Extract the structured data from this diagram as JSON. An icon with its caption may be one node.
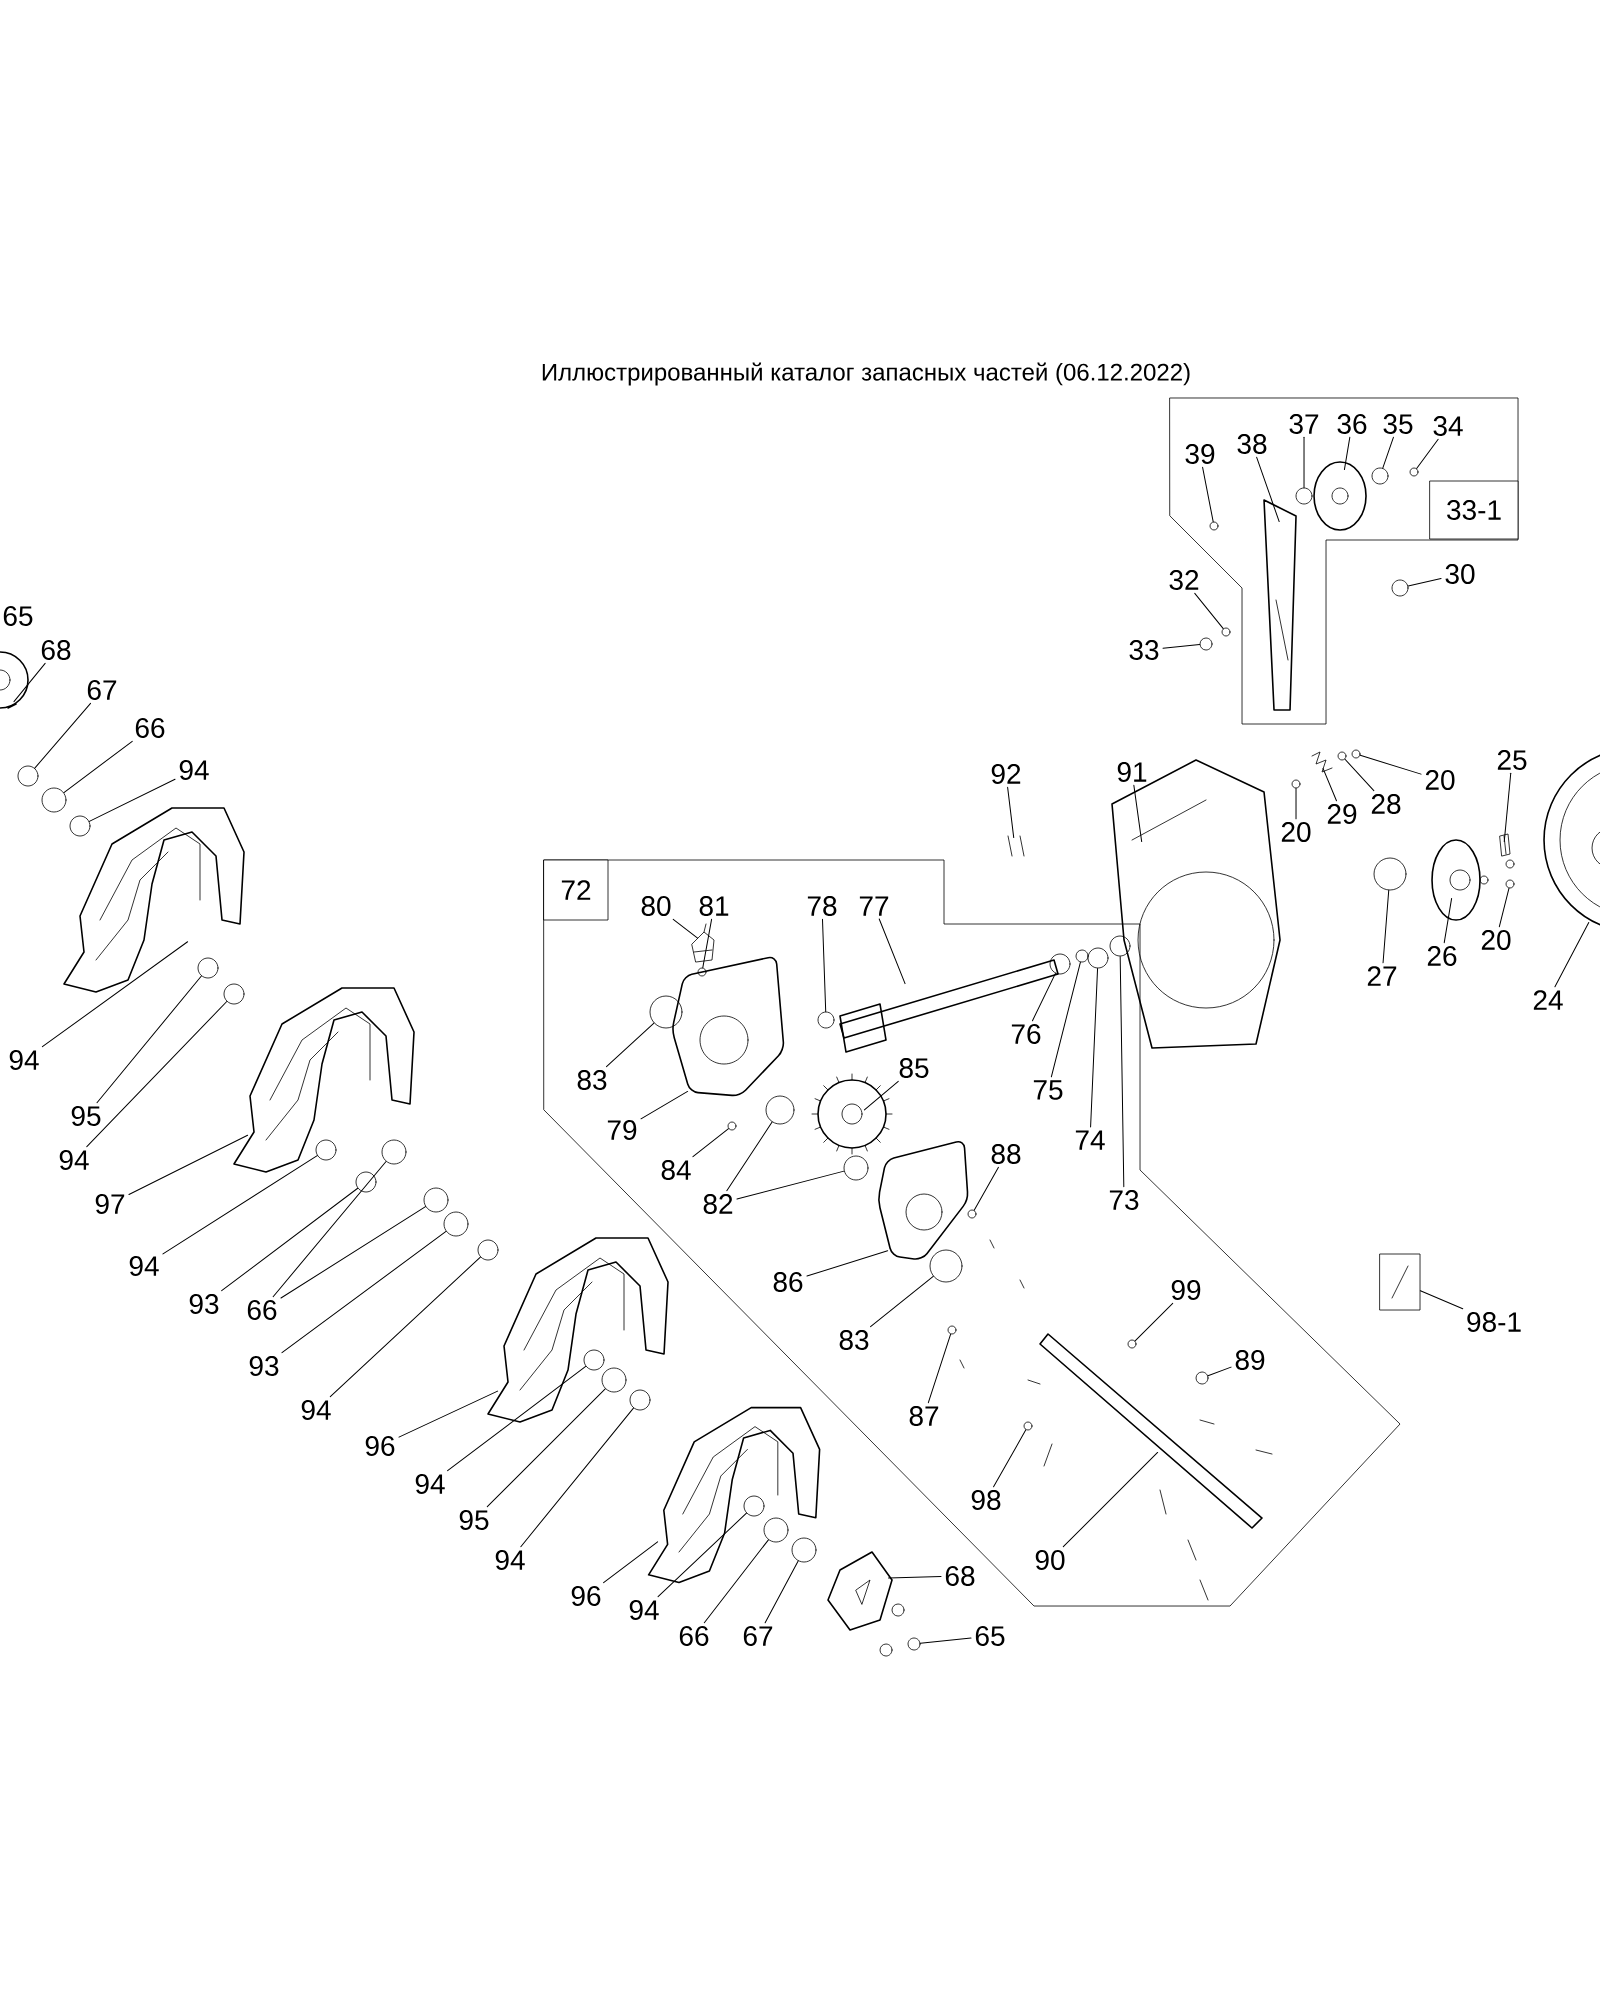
{
  "diagram": {
    "title": "Иллюстрированный каталог запасных частей (06.12.2022)",
    "nodes": [
      {
        "text": [
          "39"
        ],
        "in": 6
      },
      {
        "text": [
          "38"
        ],
        "in": 6
      },
      {
        "text": [
          "37"
        ],
        "in": 6
      },
      {
        "text": [
          "36"
        ],
        "in": 6
      },
      {
        "text": [
          "35"
        ],
        "in": 6
      },
      {
        "text": [
          "34"
        ],
        "in": 6
      },
      {
        "text": [
          "33-1"
        ]
      },
      {
        "text": [
          "32"
        ]
      },
      {
        "text": [
          "33"
        ]
      },
      {
        "text": [
          "30"
        ]
      },
      {
        "text": [
          "92"
        ]
      },
      {
        "text": [
          "91"
        ]
      },
      {
        "text": [
          "20"
        ]
      },
      {
        "text": [
          "25"
        ]
      },
      {
        "text": [
          "20"
        ]
      },
      {
        "text": [
          "29"
        ]
      },
      {
        "text": [
          "28"
        ]
      },
      {
        "text": [
          "68"
        ]
      },
      {
        "text": [
          "67"
        ]
      },
      {
        "text": [
          "66"
        ]
      },
      {
        "text": [
          "94"
        ]
      },
      {
        "text": [
          "72"
        ]
      },
      {
        "text": [
          "80"
        ],
        "in": 21
      },
      {
        "text": [
          "81"
        ],
        "in": 21
      },
      {
        "text": [
          "78"
        ],
        "in": 21
      },
      {
        "text": [
          "77"
        ],
        "in": 21
      },
      {
        "text": [
          "27"
        ]
      },
      {
        "text": [
          "26"
        ]
      },
      {
        "text": [
          "20"
        ]
      },
      {
        "text": [
          "24"
        ]
      },
      {
        "text": [
          "76"
        ],
        "in": 21
      },
      {
        "text": [
          "83"
        ],
        "in": 21
      },
      {
        "text": [
          "94"
        ]
      },
      {
        "text": [
          "85"
        ],
        "in": 21
      },
      {
        "text": [
          "95"
        ]
      },
      {
        "text": [
          "75"
        ],
        "in": 21
      },
      {
        "text": [
          "79"
        ],
        "in": 21
      },
      {
        "text": [
          "74"
        ],
        "in": 21
      },
      {
        "text": [
          "94"
        ]
      },
      {
        "text": [
          "84"
        ],
        "in": 21
      },
      {
        "text": [
          "73"
        ],
        "in": 21
      },
      {
        "text": [
          "82"
        ],
        "in": 21
      },
      {
        "text": [
          "97"
        ]
      },
      {
        "text": [
          "88"
        ],
        "in": 21
      },
      {
        "text": [
          "94"
        ]
      },
      {
        "text": [
          "86"
        ],
        "in": 21
      },
      {
        "text": [
          "66"
        ]
      },
      {
        "text": [
          "93"
        ]
      },
      {
        "text": [
          "98-1"
        ]
      },
      {
        "text": [],
        "shape": "box"
      },
      {
        "text": [
          "83"
        ],
        "in": 21
      },
      {
        "text": [
          "93"
        ]
      },
      {
        "text": [
          "99"
        ],
        "in": 21
      },
      {
        "text": [
          "89"
        ],
        "in": 21
      },
      {
        "text": [
          "94"
        ]
      },
      {
        "text": [
          "87"
        ],
        "in": 21
      },
      {
        "text": [
          "96"
        ]
      },
      {
        "text": [
          "94"
        ]
      },
      {
        "text": [
          "98"
        ],
        "in": 21
      },
      {
        "text": [
          "95"
        ]
      },
      {
        "text": [
          "94"
        ]
      },
      {
        "text": [
          "90"
        ],
        "in": 21
      },
      {
        "text": [
          "68"
        ]
      },
      {
        "text": [
          "96"
        ]
      },
      {
        "text": [
          "94"
        ]
      },
      {
        "text": [
          "66"
        ]
      },
      {
        "text": [
          "67"
        ]
      },
      {
        "text": [
          "65"
        ]
      },
      {
        "text": [],
        "shape": "circle",
        "in": 6
      },
      {
        "text": [],
        "shape": "picture",
        "in": 6
      },
      {
        "text": [],
        "shape": "circle",
        "in": 6
      },
      {
        "text": [],
        "shape": "picture",
        "in": 6
      },
      {
        "text": [],
        "shape": "circle",
        "in": 6
      },
      {
        "text": [],
        "shape": "circle",
        "in": 6
      },
      {
        "text": [],
        "shape": "circle"
      },
      {
        "text": [],
        "shape": "circle"
      },
      {
        "text": [],
        "shape": "circle"
      },
      {
        "text": [],
        "shape": "picture"
      },
      {
        "text": [],
        "shape": "picture"
      },
      {
        "text": [],
        "shape": "circle"
      },
      {
        "text": [],
        "shape": "picture"
      },
      {
        "text": [],
        "shape": "circle"
      },
      {
        "text": [],
        "shape": "picture"
      },
      {
        "text": [],
        "shape": "circle"
      },
      {
        "text": [],
        "shape": "picture"
      },
      {
        "text": [],
        "shape": "circle"
      },
      {
        "text": [],
        "shape": "circle"
      },
      {
        "text": [],
        "shape": "circle"
      },
      {
        "text": [],
        "shape": "picture",
        "in": 21
      },
      {
        "text": [],
        "shape": "circle",
        "in": 21
      },
      {
        "text": [],
        "shape": "circle",
        "in": 21
      },
      {
        "text": [],
        "shape": "picture",
        "in": 21
      },
      {
        "text": [],
        "shape": "circle"
      },
      {
        "text": [],
        "shape": "picture"
      },
      {
        "text": [],
        "shape": "circle"
      },
      {
        "text": [],
        "shape": "picture"
      },
      {
        "text": [],
        "shape": "circle",
        "in": 21
      },
      {
        "text": [],
        "shape": "circle",
        "in": 21
      },
      {
        "text": [],
        "shape": "picture"
      },
      {
        "text": [],
        "shape": "picture",
        "in": 21
      },
      {
        "text": [],
        "shape": "circle"
      },
      {
        "text": [],
        "shape": "circle",
        "in": 21
      },
      {
        "text": [],
        "shape": "picture",
        "in": 21
      },
      {
        "text": [],
        "shape": "circle",
        "in": 21
      },
      {
        "text": [],
        "shape": "circle"
      },
      {
        "text": [],
        "shape": "circle",
        "in": 21
      },
      {
        "text": [],
        "shape": "circle",
        "in": 21
      },
      {
        "text": [],
        "shape": "circle",
        "in": 21
      },
      {
        "text": [],
        "shape": "circle",
        "in": 21
      },
      {
        "text": [],
        "shape": "picture"
      },
      {
        "text": [],
        "shape": "circle",
        "in": 21
      },
      {
        "text": [],
        "shape": "circle"
      },
      {
        "text": [],
        "shape": "picture",
        "in": 21
      },
      {
        "text": [],
        "shape": "circle"
      },
      {
        "text": [],
        "shape": "circle"
      },
      {
        "text": [],
        "shape": "circle"
      },
      {
        "text": [],
        "shape": "circle",
        "in": 21
      },
      {
        "text": [],
        "shape": "circle"
      },
      {
        "text": [],
        "shape": "circle",
        "in": 21
      },
      {
        "text": [],
        "shape": "circle",
        "in": 21
      },
      {
        "text": [],
        "shape": "circle"
      },
      {
        "text": [],
        "shape": "circle",
        "in": 21
      },
      {
        "text": [],
        "shape": "picture"
      },
      {
        "text": [],
        "shape": "circle"
      },
      {
        "text": [],
        "shape": "circle",
        "in": 21
      },
      {
        "text": [],
        "shape": "circle"
      },
      {
        "text": [],
        "shape": "circle"
      },
      {
        "text": [],
        "shape": "picture",
        "in": 21
      },
      {
        "text": [],
        "shape": "picture"
      },
      {
        "text": [],
        "shape": "picture"
      },
      {
        "text": [],
        "shape": "circle"
      },
      {
        "text": [],
        "shape": "circle"
      },
      {
        "text": [],
        "shape": "circle"
      },
      {
        "text": [],
        "shape": "circle"
      }
    ],
    "edges": [
      {
        "from": 0,
        "to": 68,
        "arrow": "none"
      },
      {
        "from": 1,
        "to": 69,
        "arrow": "none"
      },
      {
        "from": 2,
        "to": 70,
        "arrow": "none"
      },
      {
        "from": 3,
        "to": 71,
        "arrow": "none"
      },
      {
        "from": 4,
        "to": 72,
        "arrow": "none"
      },
      {
        "from": 5,
        "to": 73,
        "arrow": "none"
      },
      {
        "from": 7,
        "to": 74,
        "arrow": "none"
      },
      {
        "from": 8,
        "to": 75,
        "arrow": "none"
      },
      {
        "from": 9,
        "to": 76,
        "arrow": "none"
      },
      {
        "from": 10,
        "to": 77,
        "arrow": "none"
      },
      {
        "from": 11,
        "to": 78,
        "arrow": "none"
      },
      {
        "from": 12,
        "to": 79,
        "arrow": "none"
      },
      {
        "from": 13,
        "to": 80,
        "arrow": "none"
      },
      {
        "from": 14,
        "to": 81,
        "arrow": "none"
      },
      {
        "from": 15,
        "to": 82,
        "arrow": "none"
      },
      {
        "from": 16,
        "to": 83,
        "arrow": "none"
      },
      {
        "from": 17,
        "to": 84,
        "arrow": "none"
      },
      {
        "from": 18,
        "to": 85,
        "arrow": "none"
      },
      {
        "from": 19,
        "to": 86,
        "arrow": "none"
      },
      {
        "from": 20,
        "to": 87,
        "arrow": "none"
      },
      {
        "from": 22,
        "to": 88,
        "arrow": "none"
      },
      {
        "from": 23,
        "to": 89,
        "arrow": "none"
      },
      {
        "from": 24,
        "to": 90,
        "arrow": "none"
      },
      {
        "from": 25,
        "to": 91,
        "arrow": "none"
      },
      {
        "from": 26,
        "to": 92,
        "arrow": "none"
      },
      {
        "from": 27,
        "to": 93,
        "arrow": "none"
      },
      {
        "from": 28,
        "to": 94,
        "arrow": "none"
      },
      {
        "from": 29,
        "to": 95,
        "arrow": "none"
      },
      {
        "from": 30,
        "to": 96,
        "arrow": "none"
      },
      {
        "from": 31,
        "to": 97,
        "arrow": "none"
      },
      {
        "from": 32,
        "to": 98,
        "arrow": "none"
      },
      {
        "from": 33,
        "to": 99,
        "arrow": "none"
      },
      {
        "from": 34,
        "to": 100,
        "arrow": "none"
      },
      {
        "from": 35,
        "to": 101,
        "arrow": "none"
      },
      {
        "from": 36,
        "to": 102,
        "arrow": "none"
      },
      {
        "from": 37,
        "to": 103,
        "arrow": "none"
      },
      {
        "from": 38,
        "to": 104,
        "arrow": "none"
      },
      {
        "from": 39,
        "to": 105,
        "arrow": "none"
      },
      {
        "from": 40,
        "to": 106,
        "arrow": "none"
      },
      {
        "from": 41,
        "to": 107,
        "arrow": "none"
      },
      {
        "from": 41,
        "to": 108,
        "arrow": "none"
      },
      {
        "from": 42,
        "to": 109,
        "arrow": "none"
      },
      {
        "from": 43,
        "to": 110,
        "arrow": "none"
      },
      {
        "from": 44,
        "to": 111,
        "arrow": "none"
      },
      {
        "from": 45,
        "to": 112,
        "arrow": "none"
      },
      {
        "from": 46,
        "to": 113,
        "arrow": "none"
      },
      {
        "from": 46,
        "to": 114,
        "arrow": "none"
      },
      {
        "from": 47,
        "to": 115,
        "arrow": "none"
      },
      {
        "from": 48,
        "to": 49,
        "arrow": "none"
      },
      {
        "from": 50,
        "to": 116,
        "arrow": "none"
      },
      {
        "from": 51,
        "to": 117,
        "arrow": "none"
      },
      {
        "from": 52,
        "to": 118,
        "arrow": "none"
      },
      {
        "from": 53,
        "to": 119,
        "arrow": "none"
      },
      {
        "from": 54,
        "to": 120,
        "arrow": "none"
      },
      {
        "from": 55,
        "to": 121,
        "arrow": "none"
      },
      {
        "from": 56,
        "to": 122,
        "arrow": "none"
      },
      {
        "from": 57,
        "to": 123,
        "arrow": "none"
      },
      {
        "from": 58,
        "to": 124,
        "arrow": "none"
      },
      {
        "from": 59,
        "to": 125,
        "arrow": "none"
      },
      {
        "from": 60,
        "to": 126,
        "arrow": "none"
      },
      {
        "from": 61,
        "to": 127,
        "arrow": "none"
      },
      {
        "from": 62,
        "to": 128,
        "arrow": "none"
      },
      {
        "from": 63,
        "to": 129,
        "arrow": "none"
      },
      {
        "from": 64,
        "to": 130,
        "arrow": "none"
      },
      {
        "from": 65,
        "to": 131,
        "arrow": "none"
      },
      {
        "from": 66,
        "to": 132,
        "arrow": "none"
      },
      {
        "from": 67,
        "to": 133,
        "arrow": "none"
      }
    ],
    "labels": [
      "65"
    ]
  }
}
